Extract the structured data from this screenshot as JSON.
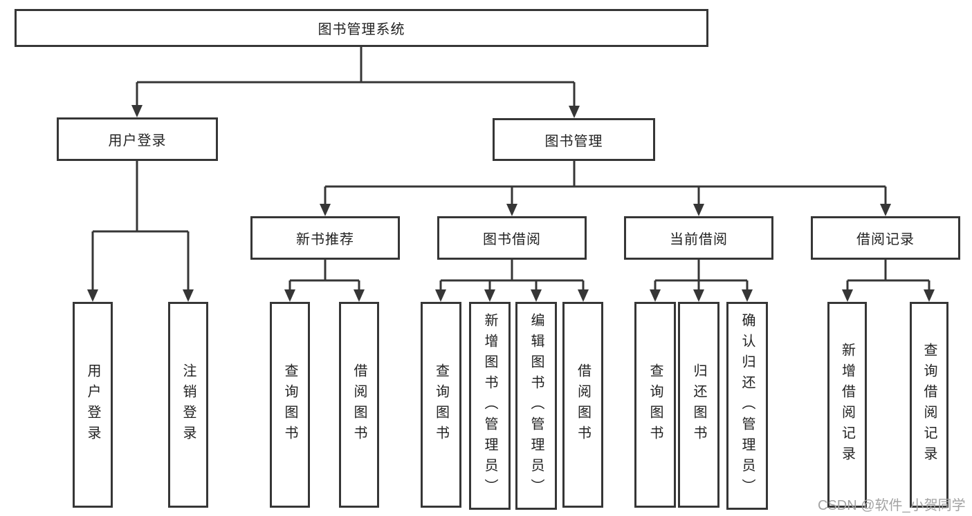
{
  "diagram_title": "图书管理系统",
  "tree": {
    "root": {
      "label": "图书管理系统",
      "children": [
        {
          "label": "用户登录",
          "children": [
            {
              "label": "用户登录"
            },
            {
              "label": "注销登录"
            }
          ]
        },
        {
          "label": "图书管理",
          "children": [
            {
              "label": "新书推荐",
              "children": [
                {
                  "label": "查询图书"
                },
                {
                  "label": "借阅图书"
                }
              ]
            },
            {
              "label": "图书借阅",
              "children": [
                {
                  "label": "查询图书"
                },
                {
                  "label": "新增图书（管理员）"
                },
                {
                  "label": "编辑图书（管理员）"
                },
                {
                  "label": "借阅图书"
                }
              ]
            },
            {
              "label": "当前借阅",
              "children": [
                {
                  "label": "查询图书"
                },
                {
                  "label": "归还图书"
                },
                {
                  "label": "确认归还（管理员）"
                }
              ]
            },
            {
              "label": "借阅记录",
              "children": [
                {
                  "label": "新增借阅记录"
                },
                {
                  "label": "查询借阅记录"
                }
              ]
            }
          ]
        }
      ]
    }
  },
  "watermark": {
    "text": "CSDN @软件_小贺同学"
  },
  "colors": {
    "line": "#363636",
    "box_border": "#363636",
    "text": "#222222",
    "background": "#ffffff",
    "watermark": "#a3a3a3"
  }
}
